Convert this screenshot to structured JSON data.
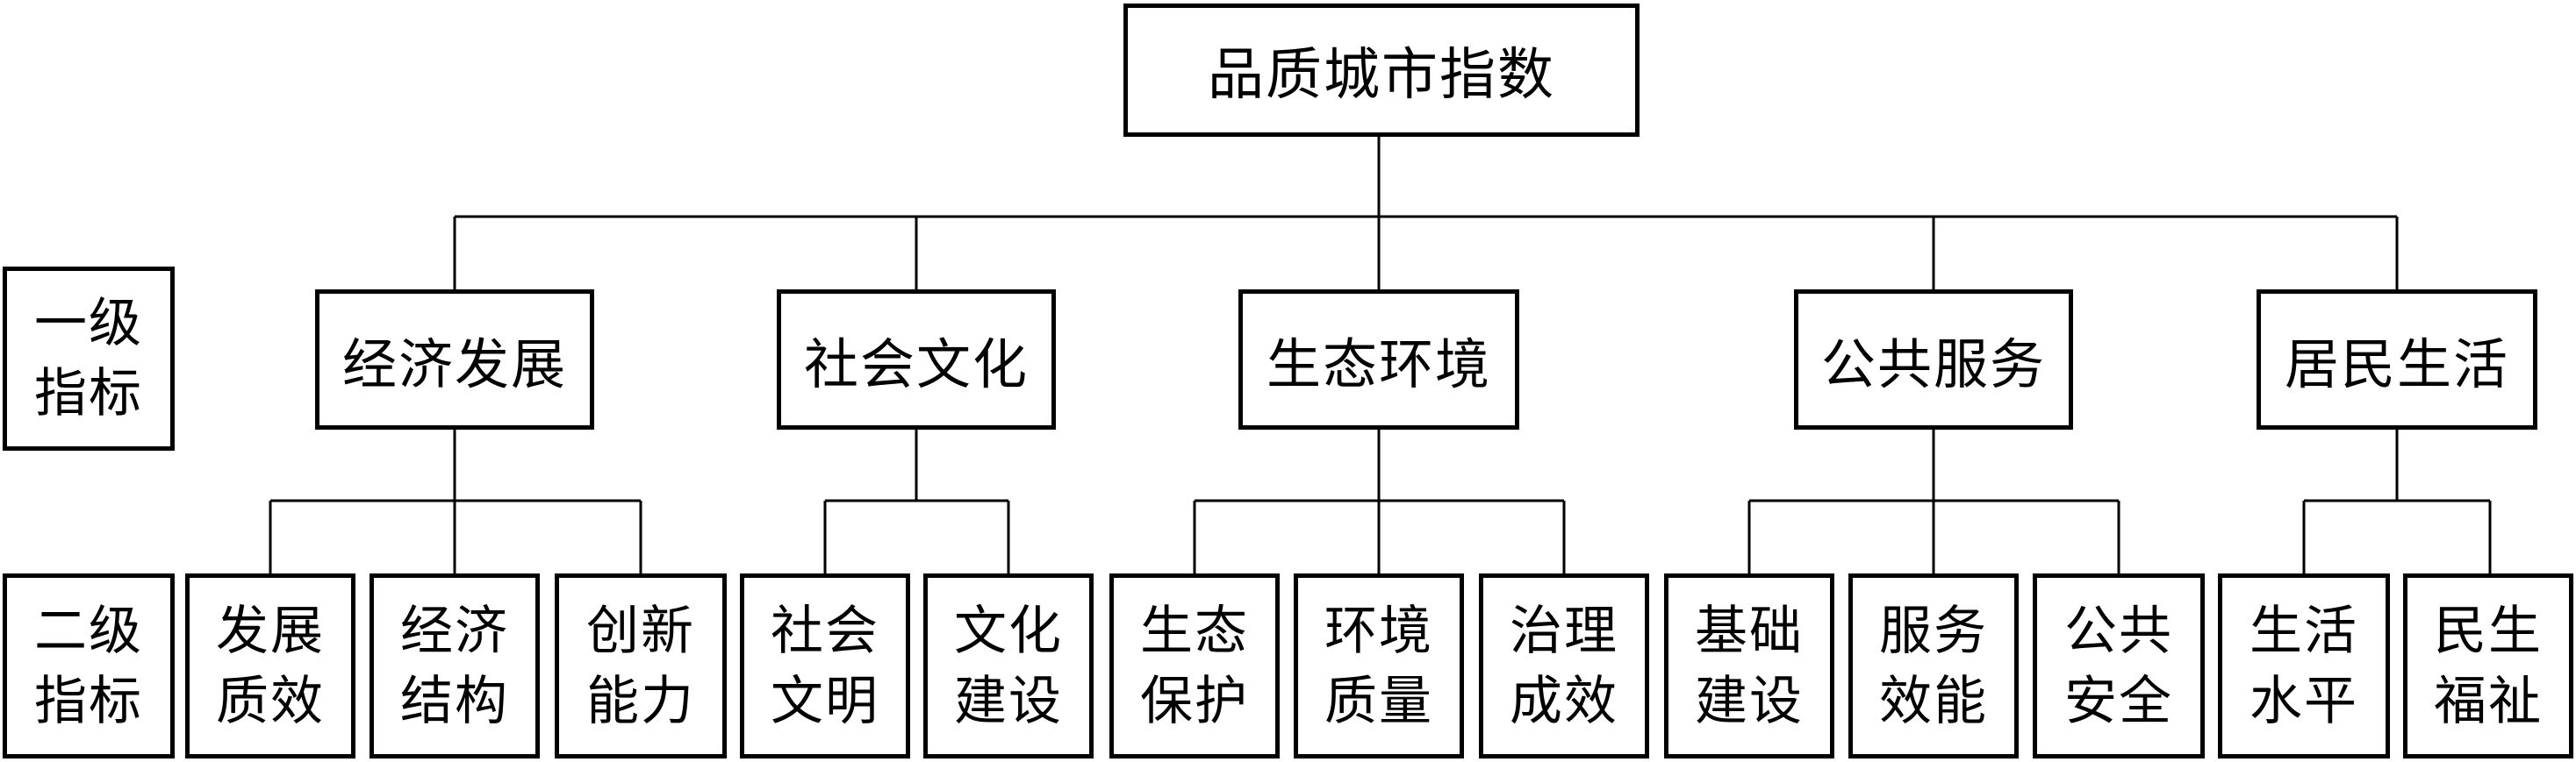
{
  "root": {
    "label": "品质城市指数"
  },
  "legends": {
    "level1": {
      "line1": "一级",
      "line2": "指标"
    },
    "level2": {
      "line1": "二级",
      "line2": "指标"
    }
  },
  "level1": [
    {
      "label": "经济发展"
    },
    {
      "label": "社会文化"
    },
    {
      "label": "生态环境"
    },
    {
      "label": "公共服务"
    },
    {
      "label": "居民生活"
    }
  ],
  "level2": [
    {
      "line1": "发展",
      "line2": "质效"
    },
    {
      "line1": "经济",
      "line2": "结构"
    },
    {
      "line1": "创新",
      "line2": "能力"
    },
    {
      "line1": "社会",
      "line2": "文明"
    },
    {
      "line1": "文化",
      "line2": "建设"
    },
    {
      "line1": "生态",
      "line2": "保护"
    },
    {
      "line1": "环境",
      "line2": "质量"
    },
    {
      "line1": "治理",
      "line2": "成效"
    },
    {
      "line1": "基础",
      "line2": "建设"
    },
    {
      "line1": "服务",
      "line2": "效能"
    },
    {
      "line1": "公共",
      "line2": "安全"
    },
    {
      "line1": "生活",
      "line2": "水平"
    },
    {
      "line1": "民生",
      "line2": "福祉"
    }
  ]
}
